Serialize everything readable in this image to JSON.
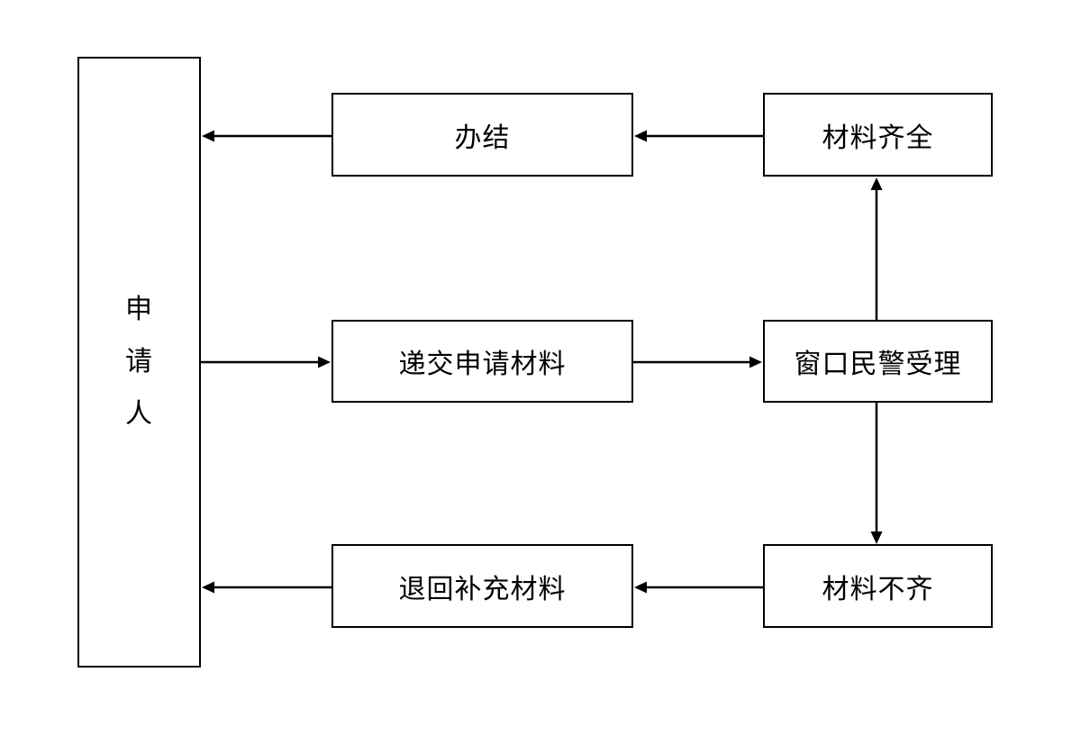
{
  "diagram": {
    "applicant_chars": [
      "申",
      "请",
      "人"
    ],
    "boxes": {
      "done": "办结",
      "complete": "材料齐全",
      "submit": "递交申请材料",
      "window": "窗口民警受理",
      "return": "退回补充材料",
      "incomplete": "材料不齐"
    },
    "colors": {
      "line": "#000000",
      "background": "#ffffff"
    }
  }
}
